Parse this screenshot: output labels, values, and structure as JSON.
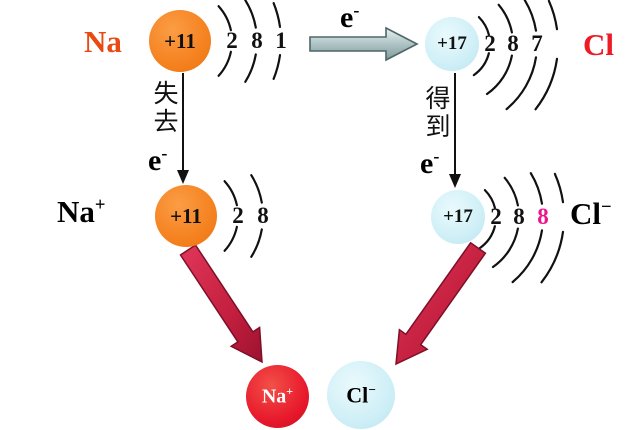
{
  "colors": {
    "na_label": "#e84a12",
    "cl_label": "#ed1c24",
    "atom_orange": "#f58220",
    "ion_cyan": "#cdeef6",
    "ion_red": "#e8192c",
    "shell_pink": "#f0148c",
    "big_arrow_red": "#c41f3e",
    "transfer_arrow_gray": "#9db7b9"
  },
  "top": {
    "na_symbol": "Na",
    "na_nucleus": "+11",
    "na_shells": [
      "2",
      "8",
      "1"
    ],
    "electron_base": "e",
    "electron_sup": "-",
    "cl_nucleus": "+17",
    "cl_shells": [
      "2",
      "8",
      "7"
    ],
    "cl_symbol": "Cl"
  },
  "process_left": {
    "word_char_1": "失",
    "word_char_2": "去",
    "electron_base": "e",
    "electron_sup": "-"
  },
  "process_right": {
    "word_char_1": "得",
    "word_char_2": "到",
    "electron_base": "e",
    "electron_sup": "-"
  },
  "middle": {
    "na_ion_base": "Na",
    "na_ion_sup": "+",
    "na_nucleus": "+11",
    "na_shells": [
      "2",
      "8"
    ],
    "cl_nucleus": "+17",
    "cl_shells": [
      "2",
      "8",
      "8"
    ],
    "cl_ion_base": "Cl",
    "cl_ion_sup": "−"
  },
  "bottom": {
    "na_ion_base": "Na",
    "na_ion_sup": "+",
    "cl_ion_base": "Cl",
    "cl_ion_sup": "−"
  }
}
